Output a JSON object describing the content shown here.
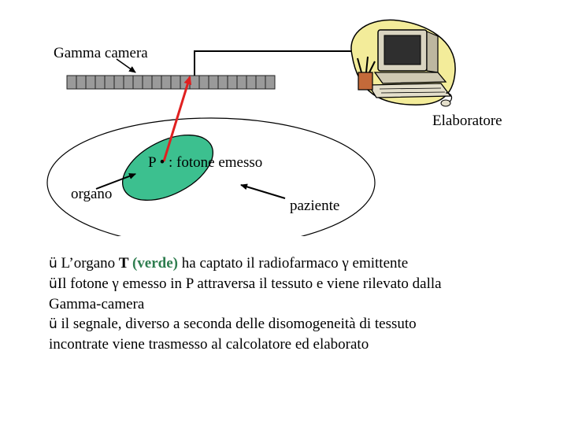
{
  "diagram": {
    "gamma_camera_label": "Gamma camera",
    "computer_label": "Elaboratore",
    "photon_label": "P • : fotone emesso",
    "organ_label": "organo",
    "patient_label": "paziente",
    "detector_cell_count": 22,
    "colors": {
      "organ_fill": "#3cc08f",
      "photon_ray": "#e02020",
      "detector_cell": "#9a9a9a",
      "computer_blob": "#f3ec9a"
    }
  },
  "bullets": [
    {
      "check": "ü",
      "pre": " L’organo ",
      "bold": "T",
      "green": " (verde)",
      "post": " ha captato il radiofarmaco γ emittente"
    },
    {
      "check": "ü",
      "text": "Il fotone γ emesso in P attraversa il tessuto e viene rilevato dalla Gamma-camera"
    },
    {
      "check": "ü",
      "text": " il segnale, diverso a seconda delle disomogeneità di tessuto incontrate viene trasmesso al calcolatore ed elaborato"
    }
  ]
}
